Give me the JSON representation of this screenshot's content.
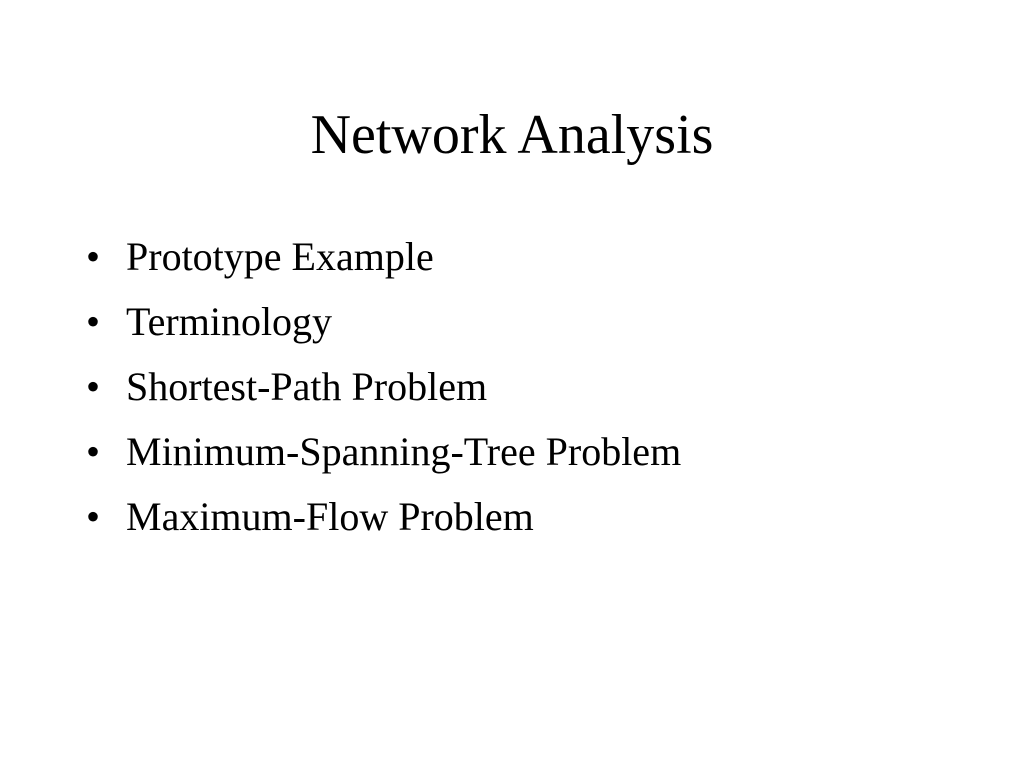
{
  "slide": {
    "title": "Network Analysis",
    "bullet_glyph": "•",
    "bullets": [
      "Prototype Example",
      "Terminology",
      "Shortest-Path Problem",
      "Minimum-Spanning-Tree Problem",
      "Maximum-Flow Problem"
    ]
  },
  "colors": {
    "background": "#ffffff",
    "text": "#000000"
  }
}
